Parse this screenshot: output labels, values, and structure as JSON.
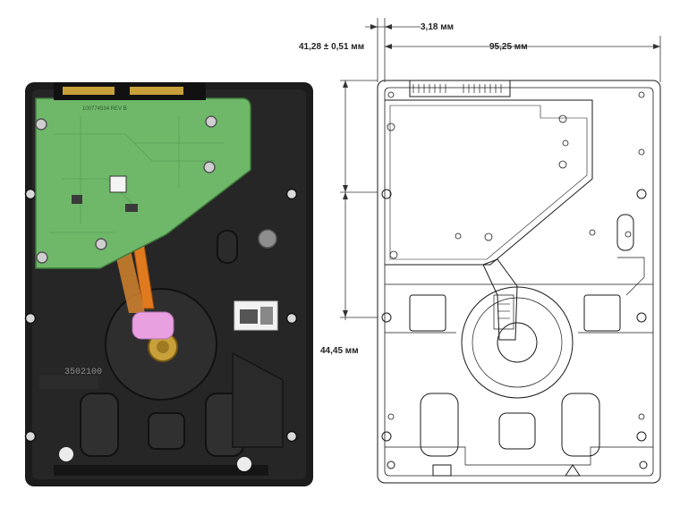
{
  "dimensions": {
    "top_offset": "3,18 мм",
    "tolerance": "41,28 ± 0,51 мм",
    "width": "95,25 мм",
    "side_spacing": "44,45 мм"
  },
  "pcb_silkscreen": {
    "part_number": "100774534 REV B",
    "housing_mark": "3502100"
  },
  "colors": {
    "pcb_green": "#6fb86a",
    "chassis_dark": "#1c1c1c",
    "flex_cable": "#e07a1e",
    "connector_gold": "#c8a03a",
    "foam_pink": "#e8a0e0"
  }
}
